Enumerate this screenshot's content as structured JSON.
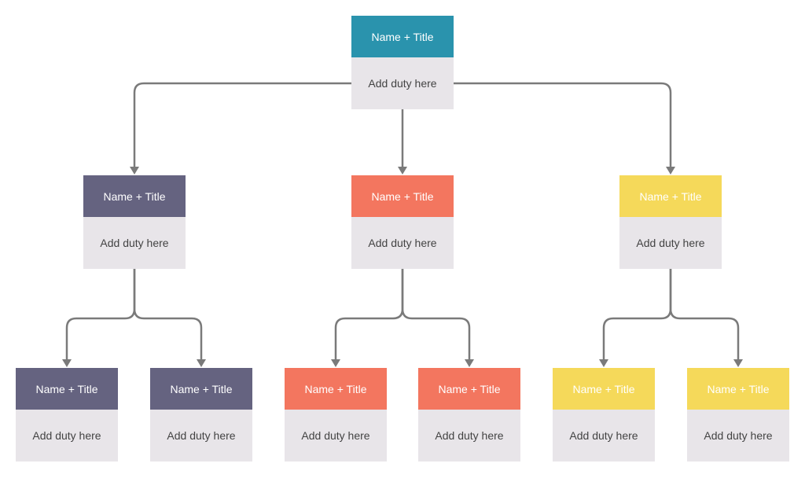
{
  "colors": {
    "teal": "#2a93ad",
    "slate": "#656380",
    "coral": "#f3765f",
    "yellow": "#f5d95a",
    "body": "#e8e5e9",
    "connector": "#7a7a7a"
  },
  "nodes": [
    {
      "id": "root",
      "title": "Name + Title",
      "duty": "Add duty here",
      "color": "teal"
    },
    {
      "id": "l1-a",
      "title": "Name + Title",
      "duty": "Add duty here",
      "color": "slate"
    },
    {
      "id": "l1-b",
      "title": "Name + Title",
      "duty": "Add duty here",
      "color": "coral"
    },
    {
      "id": "l1-c",
      "title": "Name + Title",
      "duty": "Add duty here",
      "color": "yellow"
    },
    {
      "id": "l2-a1",
      "title": "Name + Title",
      "duty": "Add duty here",
      "color": "slate"
    },
    {
      "id": "l2-a2",
      "title": "Name + Title",
      "duty": "Add duty here",
      "color": "slate"
    },
    {
      "id": "l2-b1",
      "title": "Name + Title",
      "duty": "Add duty here",
      "color": "coral"
    },
    {
      "id": "l2-b2",
      "title": "Name + Title",
      "duty": "Add duty here",
      "color": "coral"
    },
    {
      "id": "l2-c1",
      "title": "Name + Title",
      "duty": "Add duty here",
      "color": "yellow"
    },
    {
      "id": "l2-c2",
      "title": "Name + Title",
      "duty": "Add duty here",
      "color": "yellow"
    }
  ],
  "edges": [
    [
      "root",
      "l1-a"
    ],
    [
      "root",
      "l1-b"
    ],
    [
      "root",
      "l1-c"
    ],
    [
      "l1-a",
      "l2-a1"
    ],
    [
      "l1-a",
      "l2-a2"
    ],
    [
      "l1-b",
      "l2-b1"
    ],
    [
      "l1-b",
      "l2-b2"
    ],
    [
      "l1-c",
      "l2-c1"
    ],
    [
      "l1-c",
      "l2-c2"
    ]
  ]
}
